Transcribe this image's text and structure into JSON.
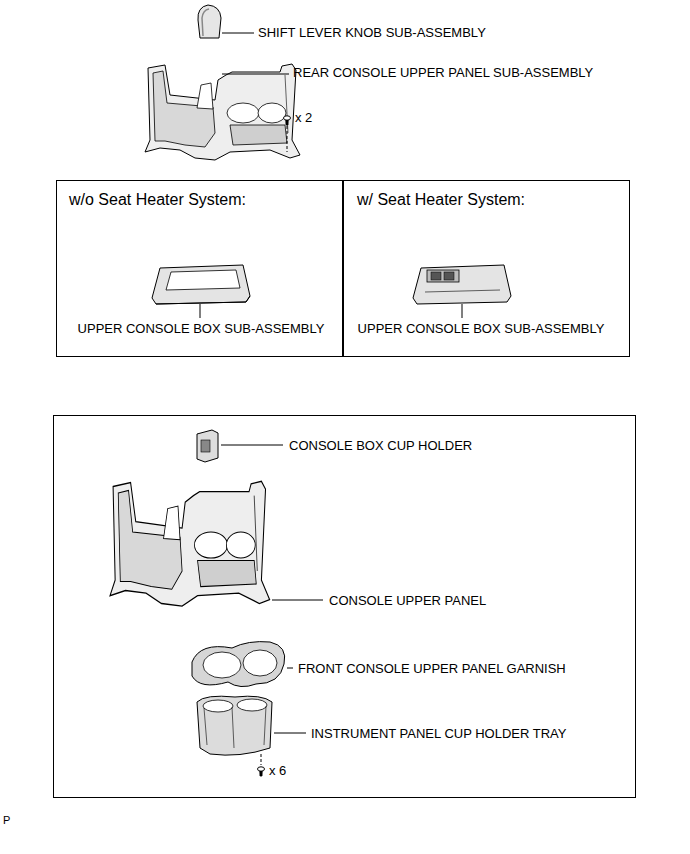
{
  "diagram": {
    "nodes": [
      {
        "text": [
          "w/o Seat Heater System:",
          "UPPER CONSOLE BOX SUB-ASSEMBLY"
        ]
      },
      {
        "text": [
          "w/ Seat Heater System:",
          "UPPER CONSOLE BOX SUB-ASSEMBLY"
        ]
      },
      {
        "text": [
          "CONSOLE BOX CUP HOLDER",
          "CONSOLE UPPER PANEL",
          "FRONT CONSOLE UPPER PANEL GARNISH",
          "INSTRUMENT PANEL CUP HOLDER TRAY",
          "x 6"
        ]
      }
    ],
    "labels": [
      "SHIFT LEVER KNOB SUB-ASSEMBLY",
      "REAR CONSOLE UPPER PANEL SUB-ASSEMBLY",
      "x 2",
      "P"
    ]
  }
}
